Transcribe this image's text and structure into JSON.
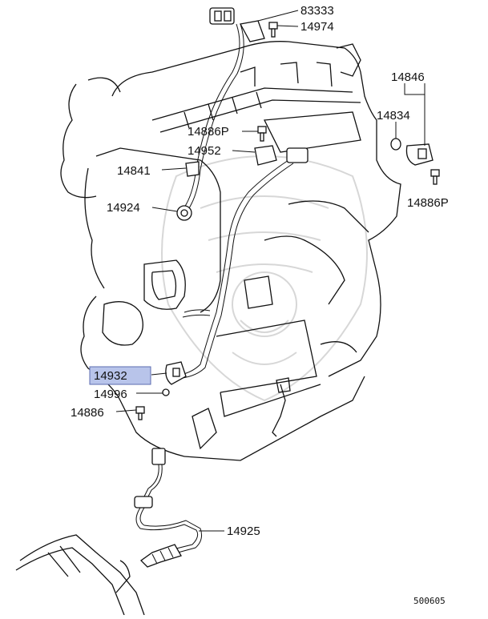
{
  "diagram": {
    "callouts": {
      "c83333": "83333",
      "c14974": "14974",
      "c14846": "14846",
      "c14834": "14834",
      "c14886P_top": "14886P",
      "c14952": "14952",
      "c14841": "14841",
      "c14924": "14924",
      "c14886P_right": "14886P",
      "c14932": "14932",
      "c14996": "14996",
      "c14886": "14886",
      "c14925": "14925"
    },
    "highlighted_part": "14932",
    "highlight_color": "#b8c4ea",
    "reference_code": "500605"
  }
}
